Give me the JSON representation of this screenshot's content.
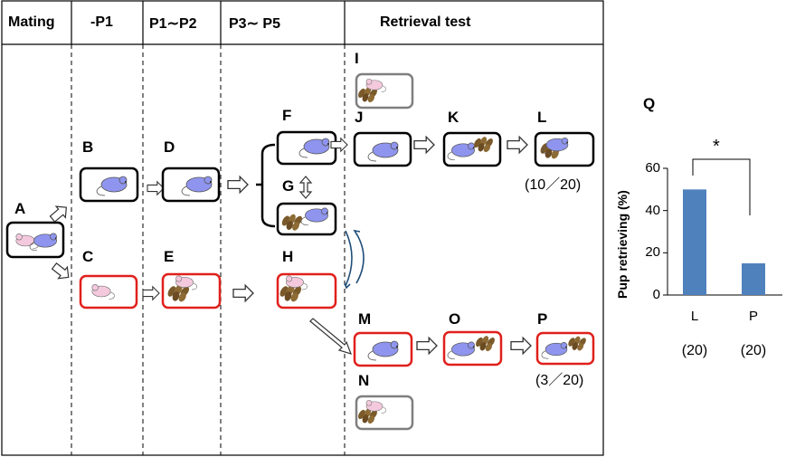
{
  "headers": {
    "mating": "Mating",
    "p1": "-P1",
    "p1_p2": "P1∼P2",
    "p3_p5": "P3∼ P5",
    "retrieval": "Retrieval test"
  },
  "panel_labels": {
    "A": "A",
    "B": "B",
    "C": "C",
    "D": "D",
    "E": "E",
    "F": "F",
    "G": "G",
    "H": "H",
    "I": "I",
    "J": "J",
    "K": "K",
    "L": "L",
    "M": "M",
    "N": "N",
    "O": "O",
    "P": "P",
    "Q": "Q"
  },
  "counts": {
    "L": "(10／20)",
    "P": "(3／20)"
  },
  "colors": {
    "black_box": "#000000",
    "red_box": "#e0201b",
    "gray_box": "#7f7f7f",
    "mouse_blue": "#8f95ee",
    "mouse_pink": "#f4c9dd",
    "pup_brown": "#7a5a2a",
    "bar": "#4f81bd",
    "curve_arrow": "#1f4e79"
  },
  "chart_data": {
    "type": "bar",
    "categories": [
      "L",
      "P"
    ],
    "values": [
      50,
      15
    ],
    "group_n": [
      "(20)",
      "(20)"
    ],
    "ylabel": "Pup retrieving (%)",
    "ylim": [
      0,
      60
    ],
    "yticks": [
      "0",
      "20",
      "40",
      "60"
    ],
    "significance": "*",
    "grid": false
  }
}
